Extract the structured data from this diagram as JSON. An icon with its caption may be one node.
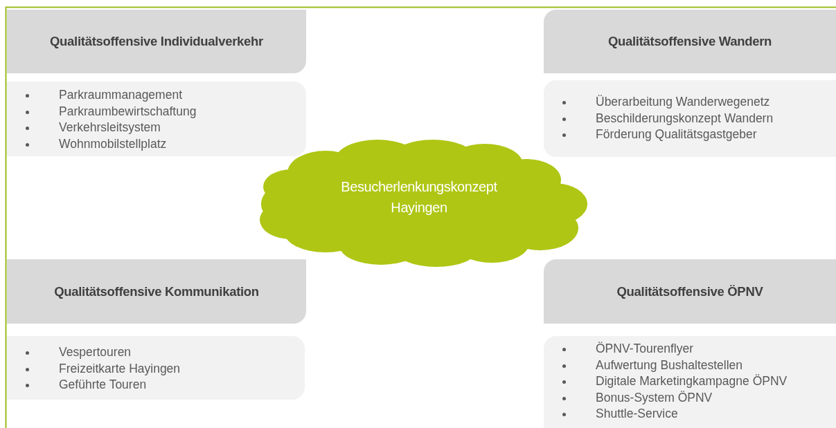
{
  "diagram": {
    "nodes": [
      {
        "text": [
          "Qualitätsoffensive Individualverkehr"
        ]
      },
      {
        "text": [
          "Parkraummanagement",
          "Parkraumbewirtschaftung",
          "Verkehrsleitsystem",
          "Wohnmobilstellplatz"
        ]
      },
      {
        "text": [
          "Qualitätsoffensive Wandern"
        ]
      },
      {
        "text": [
          "Überarbeitung Wanderwegenetz",
          "Beschilderungskonzept Wandern",
          "Förderung Qualitätsgastgeber"
        ]
      },
      {
        "text": [
          "Besucherlenkungskonzept Hayingen"
        ]
      },
      {
        "text": [
          "Qualitätsoffensive Kommunikation"
        ]
      },
      {
        "text": [
          "Vespertouren",
          "Freizeitkarte Hayingen",
          "Geführte Touren"
        ]
      },
      {
        "text": [
          "Qualitätsoffensive ÖPNV"
        ]
      },
      {
        "text": [
          "ÖPNV-Tourenflyer",
          "Aufwertung Bushaltestellen",
          "Digitale Marketingkampagne ÖPNV",
          "Bonus-System ÖPNV",
          "Shuttle-Service"
        ]
      }
    ]
  }
}
